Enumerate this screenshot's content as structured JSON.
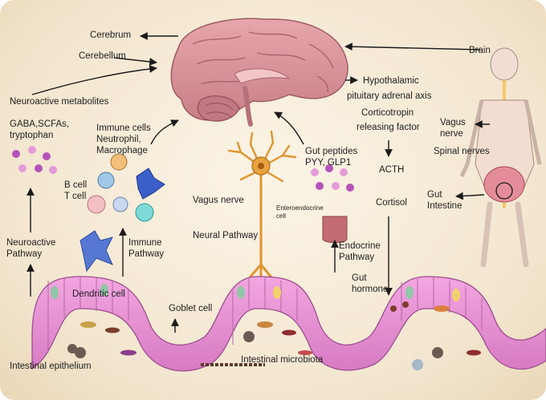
{
  "labels": {
    "cerebrum": "Cerebrum",
    "cerebellum": "Cerebellum",
    "neuroactive_metabolites": "Neuroactive metabolites",
    "gaba": "GABA,SCFAs,",
    "tryptophan": "tryptophan",
    "immune_cells": "Immune cells",
    "neutrophil": "Neutrophil,",
    "macrophage": "Macrophage",
    "b_cell": "B cell",
    "t_cell": "T cell",
    "neuroactive_pathway_1": "Neuroactive",
    "neuroactive_pathway_2": "Pathway",
    "immune_pathway_1": "Immune",
    "immune_pathway_2": "Pathway",
    "dendritic_cell": "Dendritic cell",
    "intestinal_epithelium": "Intestinal epithelium",
    "vagus_nerve_center": "Vagus nerve",
    "neural_pathway": "Neural Pathway",
    "goblet_cell": "Goblet cell",
    "gut_peptides_1": "Gut peptides",
    "gut_peptides_2": "PYY, GLP1",
    "enteroendocrine_1": "Enteroendocrine",
    "enteroendocrine_2": "cell",
    "endocrine_pathway_1": "Endocrine",
    "endocrine_pathway_2": "Pathway",
    "gut_hormone_1": "Gut",
    "gut_hormone_2": "hormone",
    "intestinal_microbiota": "Intestinal microbiota",
    "hpa_1": "Hypothalamic",
    "hpa_2": "pituitary adrenal axis",
    "crf_1": "Corticotropin",
    "crf_2": "releasing factor",
    "acth": "ACTH",
    "cortisol": "Cortisol",
    "brain": "Brain",
    "vagus_side_1": "Vagus",
    "vagus_side_2": "nerve",
    "spinal_nerves": "Spinal nerves",
    "gut_1": "Gut",
    "gut_2": "Intestine"
  },
  "colors": {
    "brain": "#d9929a",
    "epithelium": "#e58fd0",
    "neuron": "#e0952e",
    "vesicle": "#b553b8",
    "arrow": "#1a1a1a"
  }
}
